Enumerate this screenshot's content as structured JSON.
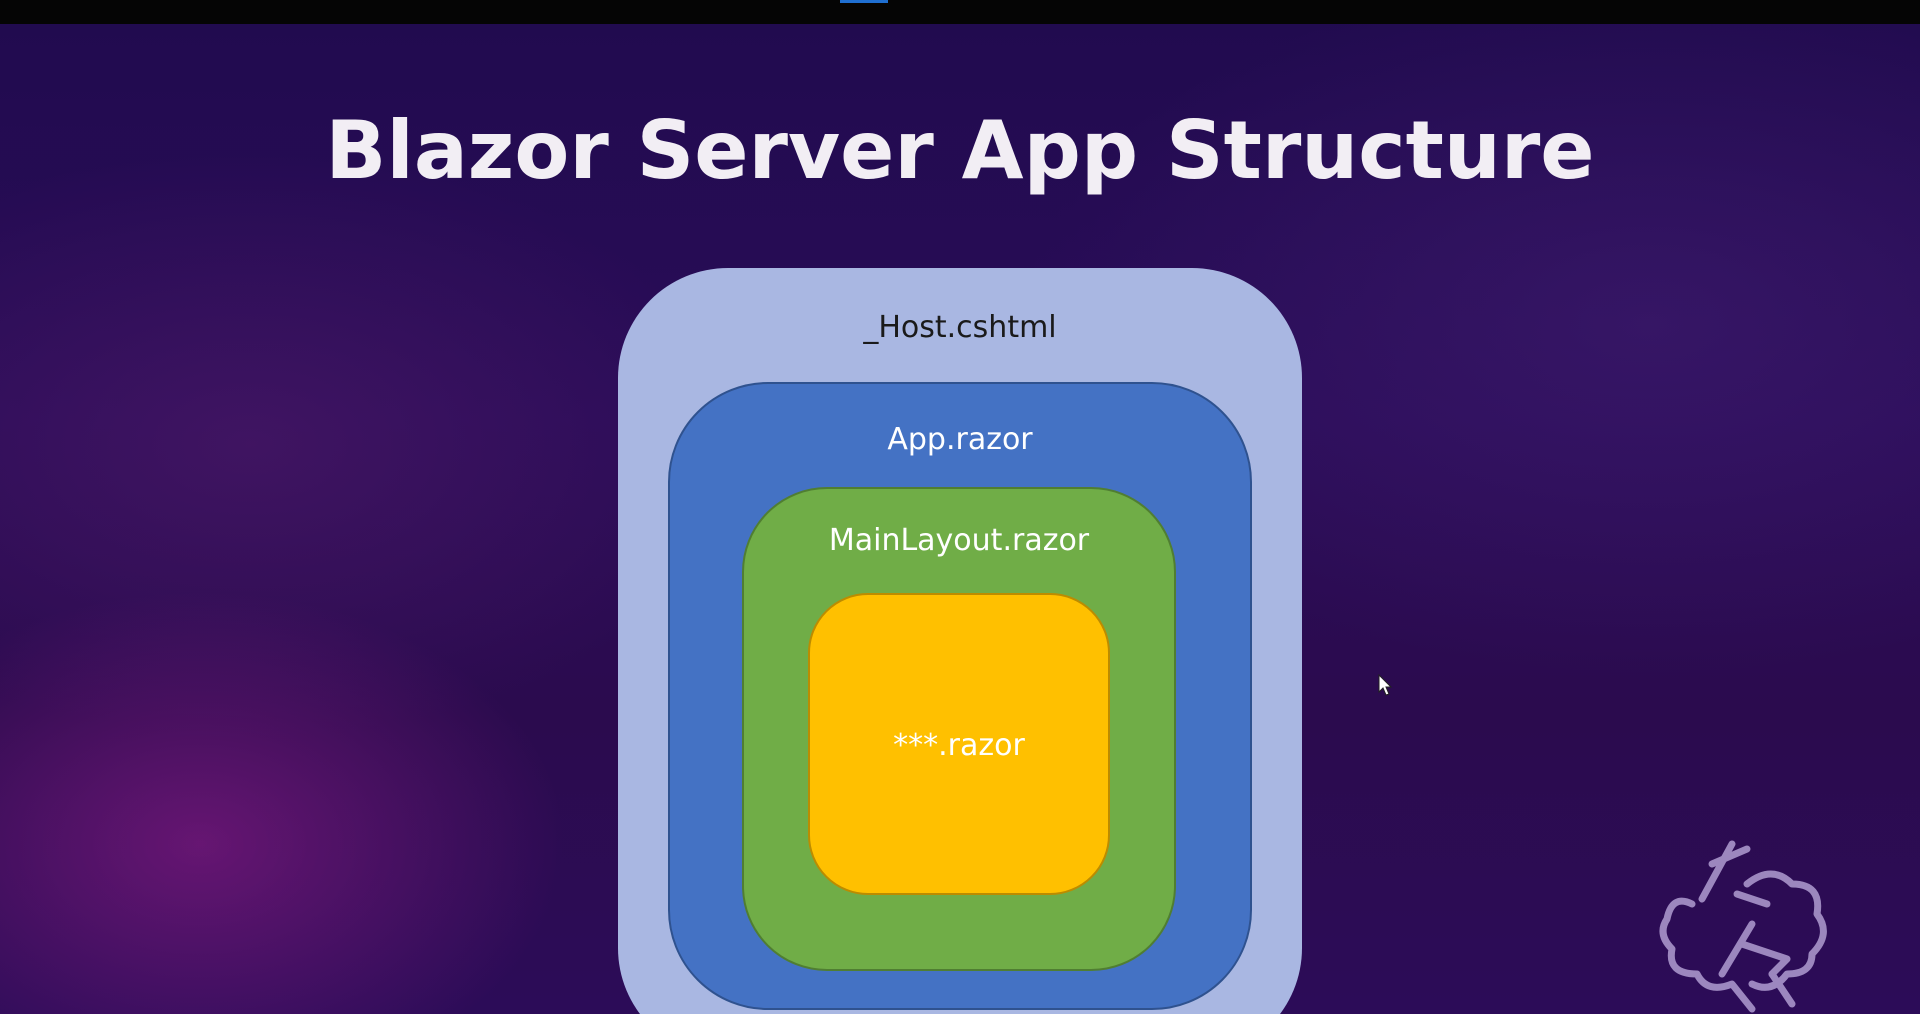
{
  "slide": {
    "title": "Blazor Server App Structure"
  },
  "diagram": {
    "layers": [
      {
        "label": "_Host.cshtml",
        "color": "#a9b7e2"
      },
      {
        "label": "App.razor",
        "color": "#4472c4"
      },
      {
        "label": "MainLayout.razor",
        "color": "#70ad47"
      },
      {
        "label": "***.razor",
        "color": "#ffc000"
      }
    ]
  },
  "icons": {
    "cursor": "mouse-pointer-icon",
    "logo": "watermark-logo-icon"
  }
}
